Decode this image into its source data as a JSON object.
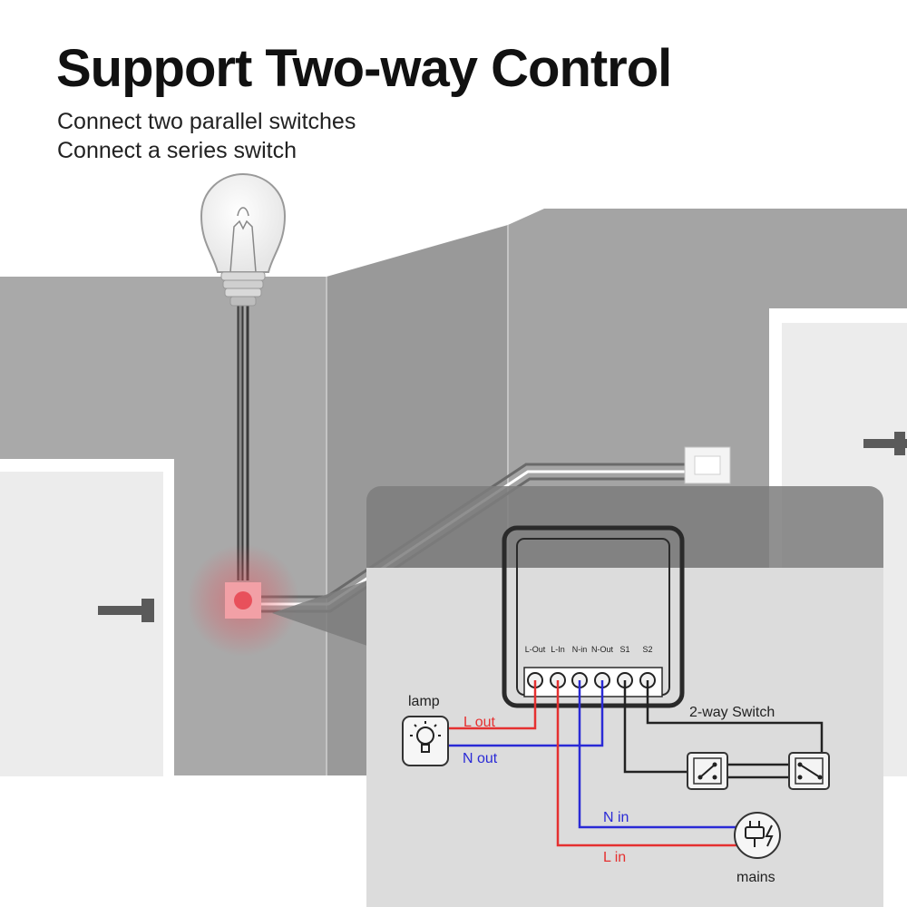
{
  "heading": {
    "title": "Support Two-way Control",
    "subtitle_lines": [
      "Connect two parallel switches",
      "Connect a series switch"
    ]
  },
  "module": {
    "terminals": [
      "L-Out",
      "L-In",
      "N-in",
      "N-Out",
      "S1",
      "S2"
    ]
  },
  "labels": {
    "lamp": "lamp",
    "l_out": "L out",
    "n_out": "N out",
    "two_way_switch": "2-way Switch",
    "n_in": "N in",
    "l_in": "L in",
    "mains": "mains"
  },
  "colors": {
    "live_wire": "#e53030",
    "neutral_wire": "#2a2ad6",
    "switch_wire": "#222222",
    "wall": "#a9a9a9",
    "highlight": "#e8505b"
  }
}
